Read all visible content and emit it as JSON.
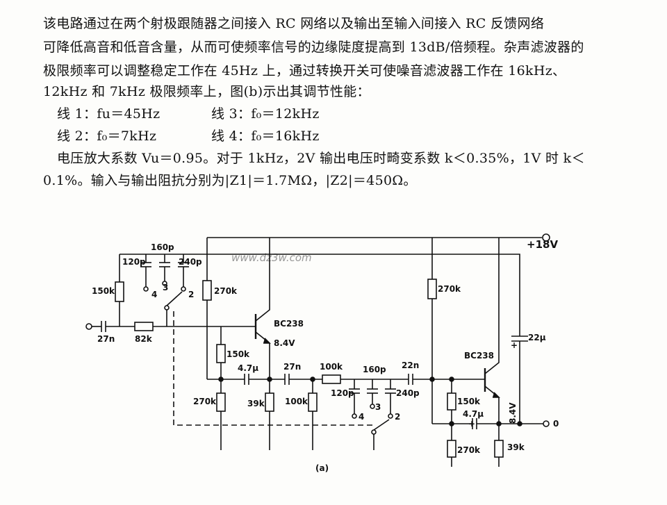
{
  "text": {
    "line1": "该电路通过在两个射极跟随器之间接入 RC 网络以及输出至输入间接入 RC 反馈网络",
    "line2": "可降低高音和低音含量，从而可使频率信号的边缘陡度提高到 13dB/倍频程。杂声滤波器的",
    "line3": "极限频率可以调整稳定工作在 45Hz 上，通过转换开关可使噪音滤波器工作在 16kHz、",
    "line4": "12kHz 和 7kHz 极限频率上，图(b)示出其调节性能：",
    "curve1": "线 1：fu＝45Hz",
    "curve3": "线 3：f₀＝12kHz",
    "curve2": "线 2：f₀＝7kHz",
    "curve4": "线 4：f₀＝16kHz",
    "line7": "电压放大系数 Vu＝0.95。对于 1kHz，2V 输出电压时畸变系数 k＜0.35%，1V 时 k＜",
    "line8": "0.1%。输入与输出阻抗分别为|Z1|＝1.7MΩ，|Z2|＝450Ω。"
  },
  "circuit": {
    "watermark": "www.dz3w.com",
    "supply": "+18V",
    "caption": "(a)",
    "labels": {
      "c160p_top": "160p",
      "c120p_top": "120p",
      "c240p_top": "240p",
      "sw_top_4": "4",
      "sw_top_3": "3",
      "sw_top_2": "2",
      "r150k_in": "150k",
      "r270k_1": "270k",
      "c27n_in": "27n",
      "r82k": "82k",
      "t1": "BC238",
      "v1": "8.4V",
      "r150k_1": "150k",
      "c4u7_1": "4.7μ",
      "c27n_2": "27n",
      "r100k_s": "100k",
      "c160p_b": "160p",
      "c22n": "22n",
      "c120p_b": "120p",
      "c240p_b": "240p",
      "sw_b_3": "3",
      "sw_b_4": "4",
      "sw_b_2": "2",
      "r270k_2": "270k",
      "r39k_1": "39k",
      "r100k_sh": "100k",
      "r270k_3": "270k",
      "c22u": "22μ",
      "t2": "BC238",
      "r150k_2": "150k",
      "c4u7_2": "4.7μ",
      "v2": "8.4V",
      "out": "0",
      "r270k_4": "270k",
      "r39k_2": "39k"
    }
  }
}
